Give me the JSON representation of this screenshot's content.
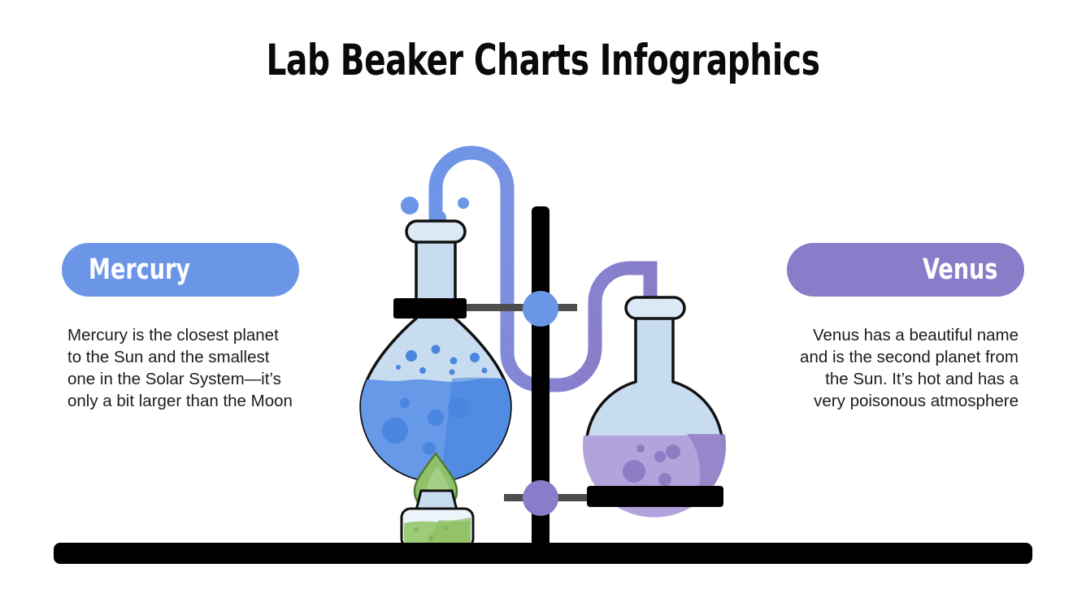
{
  "slide": {
    "title": "Lab Beaker Charts Infographics",
    "background_color": "#ffffff"
  },
  "panels": [
    {
      "id": "mercury",
      "label": "Mercury",
      "label_color": "#6b96e8",
      "label_text_color": "#ffffff",
      "description": "Mercury is the closest planet to the Sun and the smallest one in the Solar System—it’s only a bit larger than the Moon",
      "align": "left"
    },
    {
      "id": "venus",
      "label": "Venus",
      "label_color": "#8a7cc8",
      "label_text_color": "#ffffff",
      "description": "Venus has a beautiful name and is the second planet from the Sun. It’s hot and has a very poisonous atmosphere",
      "align": "right"
    }
  ],
  "illustration": {
    "name": "lab-apparatus",
    "parts": [
      {
        "name": "conical-flask",
        "liquid_color": "#6699e8",
        "glass_color": "#c8dcf0",
        "outline_color": "#111111"
      },
      {
        "name": "round-bottom-flask",
        "liquid_color": "#b3a3dc",
        "glass_color": "#c8dcf0",
        "outline_color": "#111111"
      },
      {
        "name": "connecting-tube",
        "start_color": "#6b96e8",
        "end_color": "#8a7cc8"
      },
      {
        "name": "stand-pole",
        "color": "#000000"
      },
      {
        "name": "base-bar",
        "color": "#000000"
      },
      {
        "name": "clamp-knob-upper",
        "color": "#6b96e8"
      },
      {
        "name": "clamp-knob-lower",
        "color": "#8a7cc8"
      },
      {
        "name": "clamp-rod",
        "color": "#4d4d4d"
      },
      {
        "name": "burner",
        "flame_color": "#8fc06a",
        "fuel_color": "#9ecb78"
      },
      {
        "name": "bubbles",
        "color": "#6b96e8"
      }
    ]
  }
}
